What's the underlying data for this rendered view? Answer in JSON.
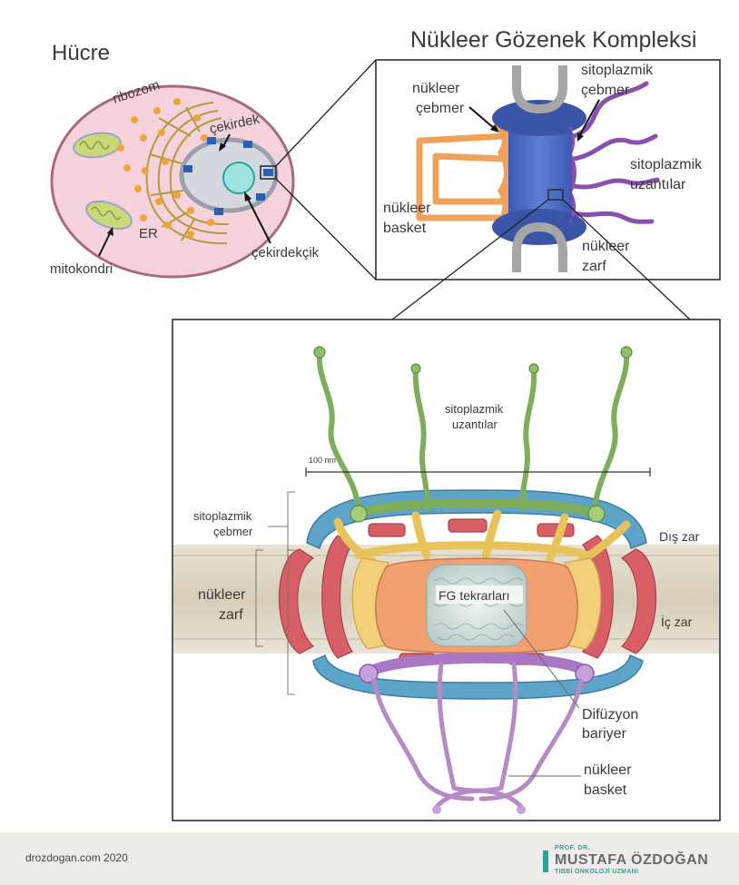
{
  "cell": {
    "title": "Hücre",
    "labels": {
      "ribozom": "ribozom",
      "cekirdek": "çekirdek",
      "er": "ER",
      "cekirdekcik": "çekirdekçik",
      "mitokondri": "mitokondri"
    }
  },
  "npc_schematic": {
    "title": "Nükleer Gözenek Kompleksi",
    "labels": {
      "nukleer_cebmer_1": "nükleer",
      "nukleer_cebmer_2": "çebmer",
      "sito_cebmer_1": "sitoplazmik",
      "sito_cebmer_2": "çebmer",
      "sito_uzanti_1": "sitoplazmik",
      "sito_uzanti_2": "uzantılar",
      "nukleer_basket_1": "nükleer",
      "nukleer_basket_2": "basket",
      "nukleer_zarf_1": "nükleer",
      "nukleer_zarf_2": "zarf"
    }
  },
  "detail": {
    "labels": {
      "sito_uzanti_1": "sitoplazmik",
      "sito_uzanti_2": "uzantılar",
      "scale": "100 nm",
      "sito_cebmer_1": "sitoplazmik",
      "sito_cebmer_2": "çebmer",
      "nukleer_zarf_1": "nükleer",
      "nukleer_zarf_2": "zarf",
      "fg": "FG tekrarları",
      "dis_zar": "Dış zar",
      "ic_zar": "İç zar",
      "difuzyon_1": "Difüzyon",
      "difuzyon_2": "bariyer",
      "basket_1": "nükleer",
      "basket_2": "basket"
    }
  },
  "footer": {
    "site": "drozdogan.com 2020",
    "logo_top": "PROF. DR.",
    "logo_name": "MUSTAFA ÖZDOĞAN",
    "logo_sub": "TIBBİ ONKOLOJİ UZMANI"
  },
  "colors": {
    "cell_fill": "#f6d3dc",
    "cell_stroke": "#a86a7d",
    "ribosome": "#f0a33a",
    "er": "#b59a3c",
    "nucleus": "#d5d8de",
    "nucleolus": "#9fe3e0",
    "pore": "#2a5fb5",
    "nuclear_ring": "#f2a15a",
    "cyto_ring": "#8a4fb0",
    "pore_body": "#4a69c2",
    "cyto_filament": "#7fad5b",
    "basket": "#b58ac7",
    "teal": "#2aa39a"
  }
}
